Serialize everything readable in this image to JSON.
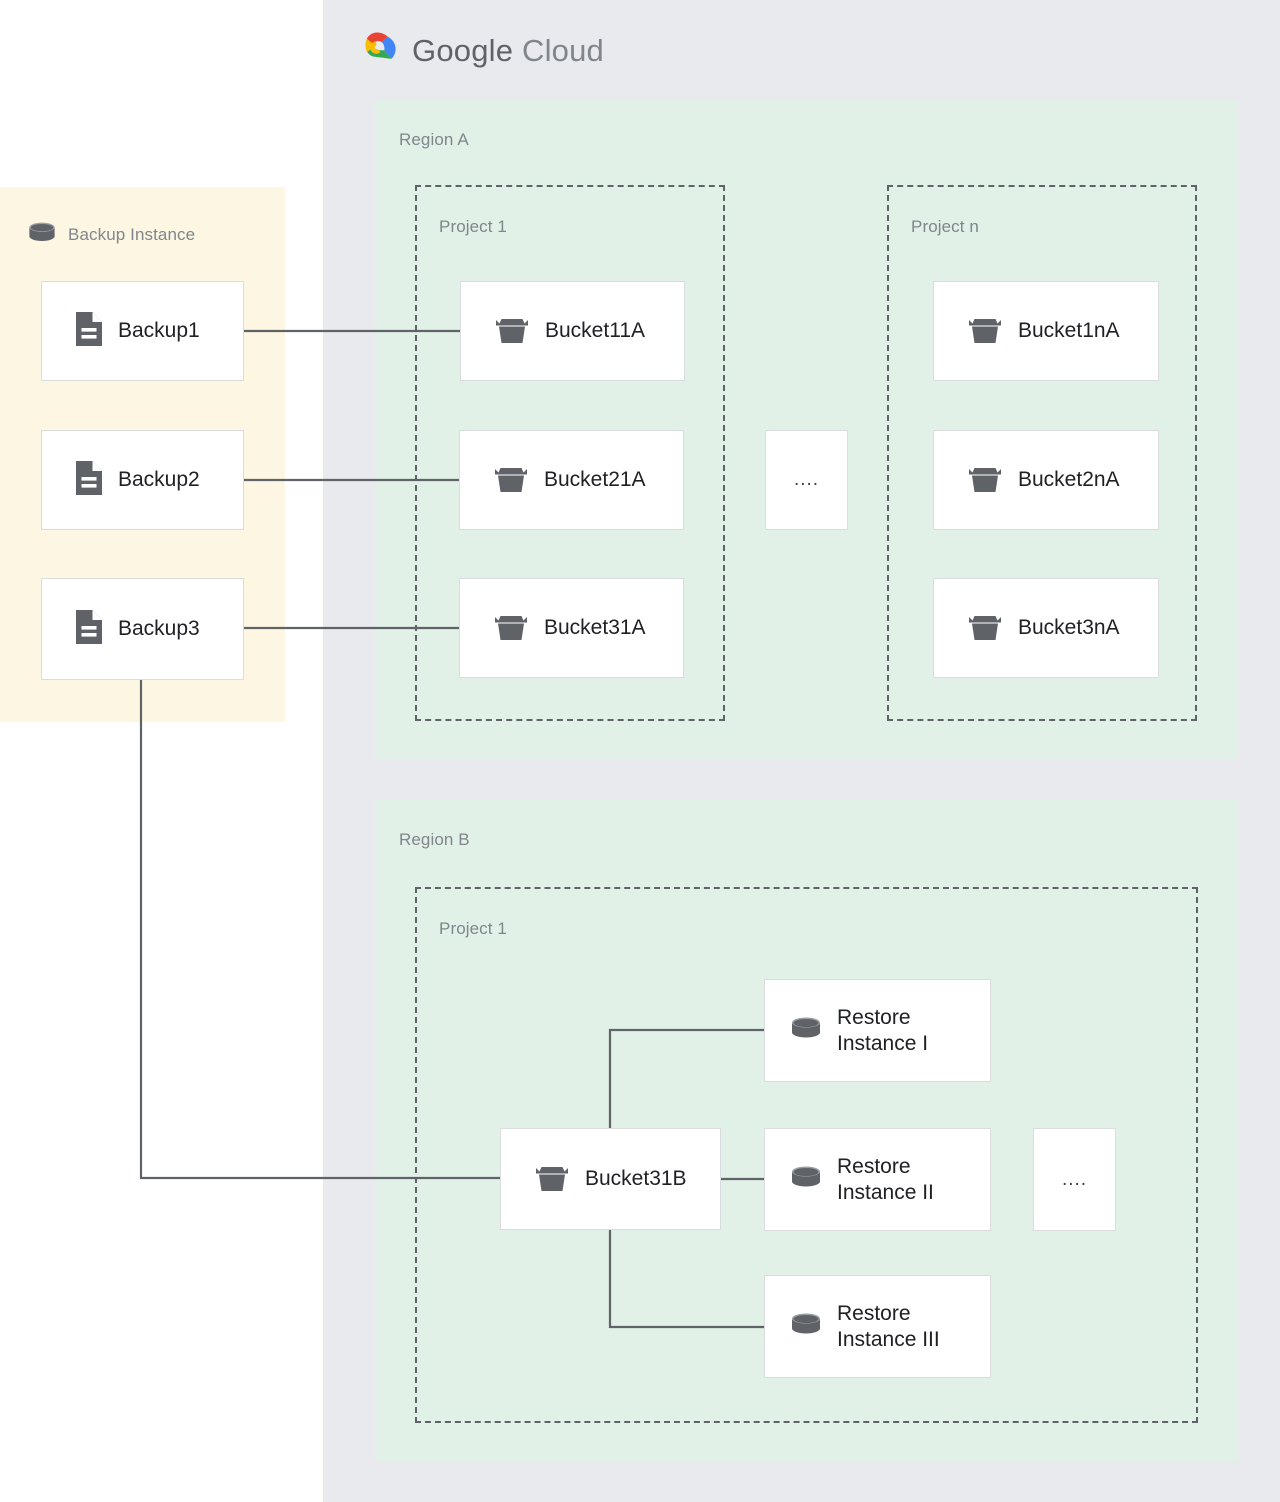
{
  "brand": {
    "logo_icon": "google-cloud-logo-icon",
    "name_part1": "Google",
    "name_part2": "Cloud",
    "colors": {
      "red": "#ea4335",
      "yellow": "#fbbc04",
      "green": "#34a853",
      "blue": "#4285f4",
      "text": "#5f6368"
    }
  },
  "panels": {
    "cloud_background": "#e8eaed",
    "region_background": "#e2f1e8",
    "backup_background": "#fdf6e3",
    "node_border": "#dadce0",
    "connector_color": "#5f6368"
  },
  "backup_instance": {
    "title": "Backup Instance",
    "icon": "database-cylinder-icon",
    "backups": [
      {
        "label": "Backup1",
        "icon": "document-icon"
      },
      {
        "label": "Backup2",
        "icon": "document-icon"
      },
      {
        "label": "Backup3",
        "icon": "document-icon"
      }
    ]
  },
  "regions": [
    {
      "label": "Region A",
      "projects": [
        {
          "label": "Project 1",
          "buckets": [
            {
              "label": "Bucket11A",
              "icon": "bucket-icon"
            },
            {
              "label": "Bucket21A",
              "icon": "bucket-icon"
            },
            {
              "label": "Bucket31A",
              "icon": "bucket-icon"
            }
          ]
        },
        {
          "label": "Project n",
          "buckets": [
            {
              "label": "Bucket1nA",
              "icon": "bucket-icon"
            },
            {
              "label": "Bucket2nA",
              "icon": "bucket-icon"
            },
            {
              "label": "Bucket3nA",
              "icon": "bucket-icon"
            }
          ]
        }
      ],
      "ellipsis": "...."
    },
    {
      "label": "Region B",
      "projects": [
        {
          "label": "Project 1",
          "buckets": [
            {
              "label": "Bucket31B",
              "icon": "bucket-icon"
            }
          ],
          "restore_instances": [
            {
              "label": "Restore\nInstance I",
              "icon": "database-cylinder-icon"
            },
            {
              "label": "Restore\nInstance II",
              "icon": "database-cylinder-icon"
            },
            {
              "label": "Restore\nInstance III",
              "icon": "database-cylinder-icon"
            }
          ]
        }
      ],
      "ellipsis": "...."
    }
  ],
  "connections": [
    {
      "from": "Backup1",
      "to": "Bucket11A"
    },
    {
      "from": "Backup2",
      "to": "Bucket21A"
    },
    {
      "from": "Backup3",
      "to": "Bucket31B"
    },
    {
      "from": "Bucket31B",
      "to": "Restore Instance I"
    },
    {
      "from": "Bucket31B",
      "to": "Restore Instance II"
    },
    {
      "from": "Bucket31B",
      "to": "Restore Instance III"
    }
  ]
}
